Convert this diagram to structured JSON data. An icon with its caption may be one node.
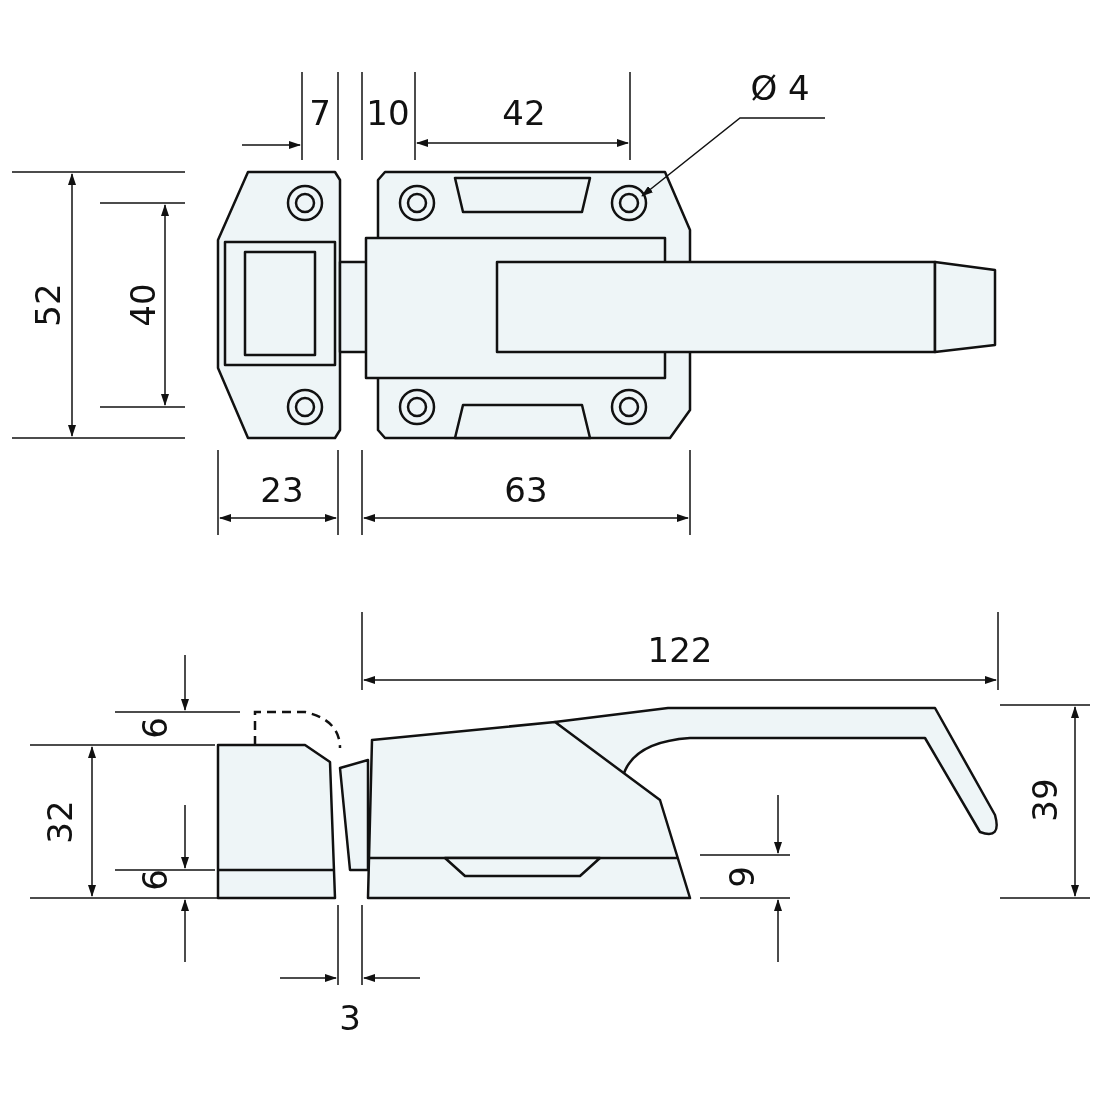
{
  "diagram": {
    "labels": [
      "7",
      "10",
      "42",
      "Ø 4",
      "52",
      "40",
      "23",
      "63",
      "122",
      "6",
      "32",
      "39",
      "6",
      "9",
      "3"
    ]
  }
}
